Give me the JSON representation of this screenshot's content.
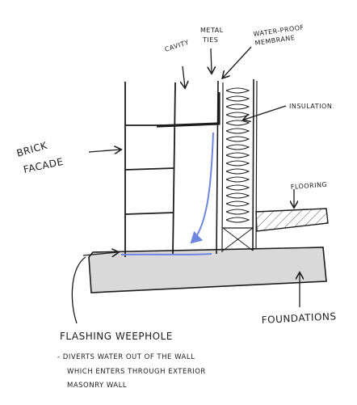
{
  "labels": {
    "cavity": "CAVITY",
    "metal_ties": [
      "METAL",
      "TIES"
    ],
    "membrane": [
      "WATER-PROOF",
      "MEMBRANE"
    ],
    "insulation": "INSULATION",
    "brick_facade": [
      "BRICK",
      "FACADE"
    ],
    "flooring": "FLOORING",
    "foundations": "FOUNDATIONS",
    "flashing": "FLASHING WEEPHOLE",
    "note": [
      "- DIVERTS WATER OUT OF THE WALL",
      "WHICH ENTERS THROUGH EXTERIOR",
      "MASONRY WALL"
    ]
  },
  "colors": {
    "ink": "#1c1c1c",
    "water_arrow": "#6f86e0",
    "foundation_fill": "#d9d9d9",
    "floor_fill": "#d9d9d9"
  }
}
